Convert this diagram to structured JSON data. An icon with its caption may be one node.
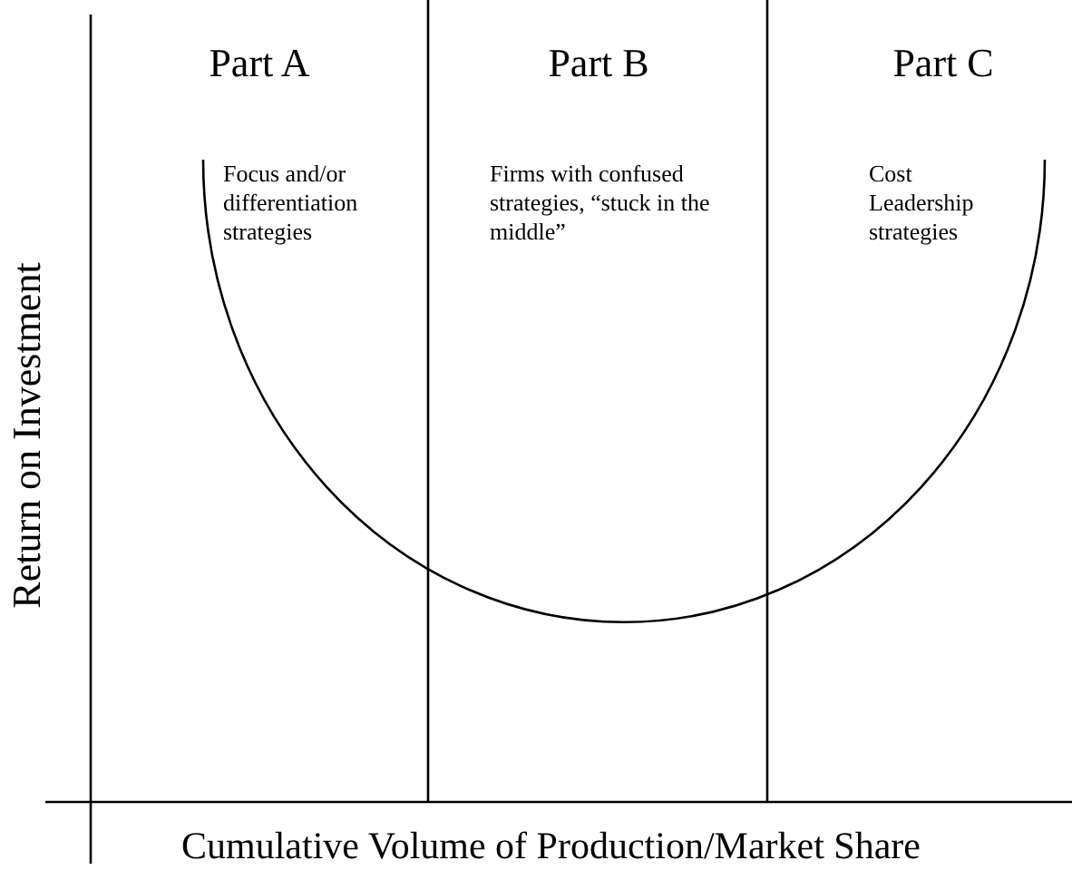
{
  "diagram": {
    "labels": [
      "Part A",
      "Part B",
      "Part C",
      "Focus and/or differentiation strategies",
      "Firms with confused strategies, “stuck in the middle”",
      "Cost Leadership strategies",
      "Return on Investment",
      "Cumulative Volume of Production/Market Share"
    ]
  }
}
